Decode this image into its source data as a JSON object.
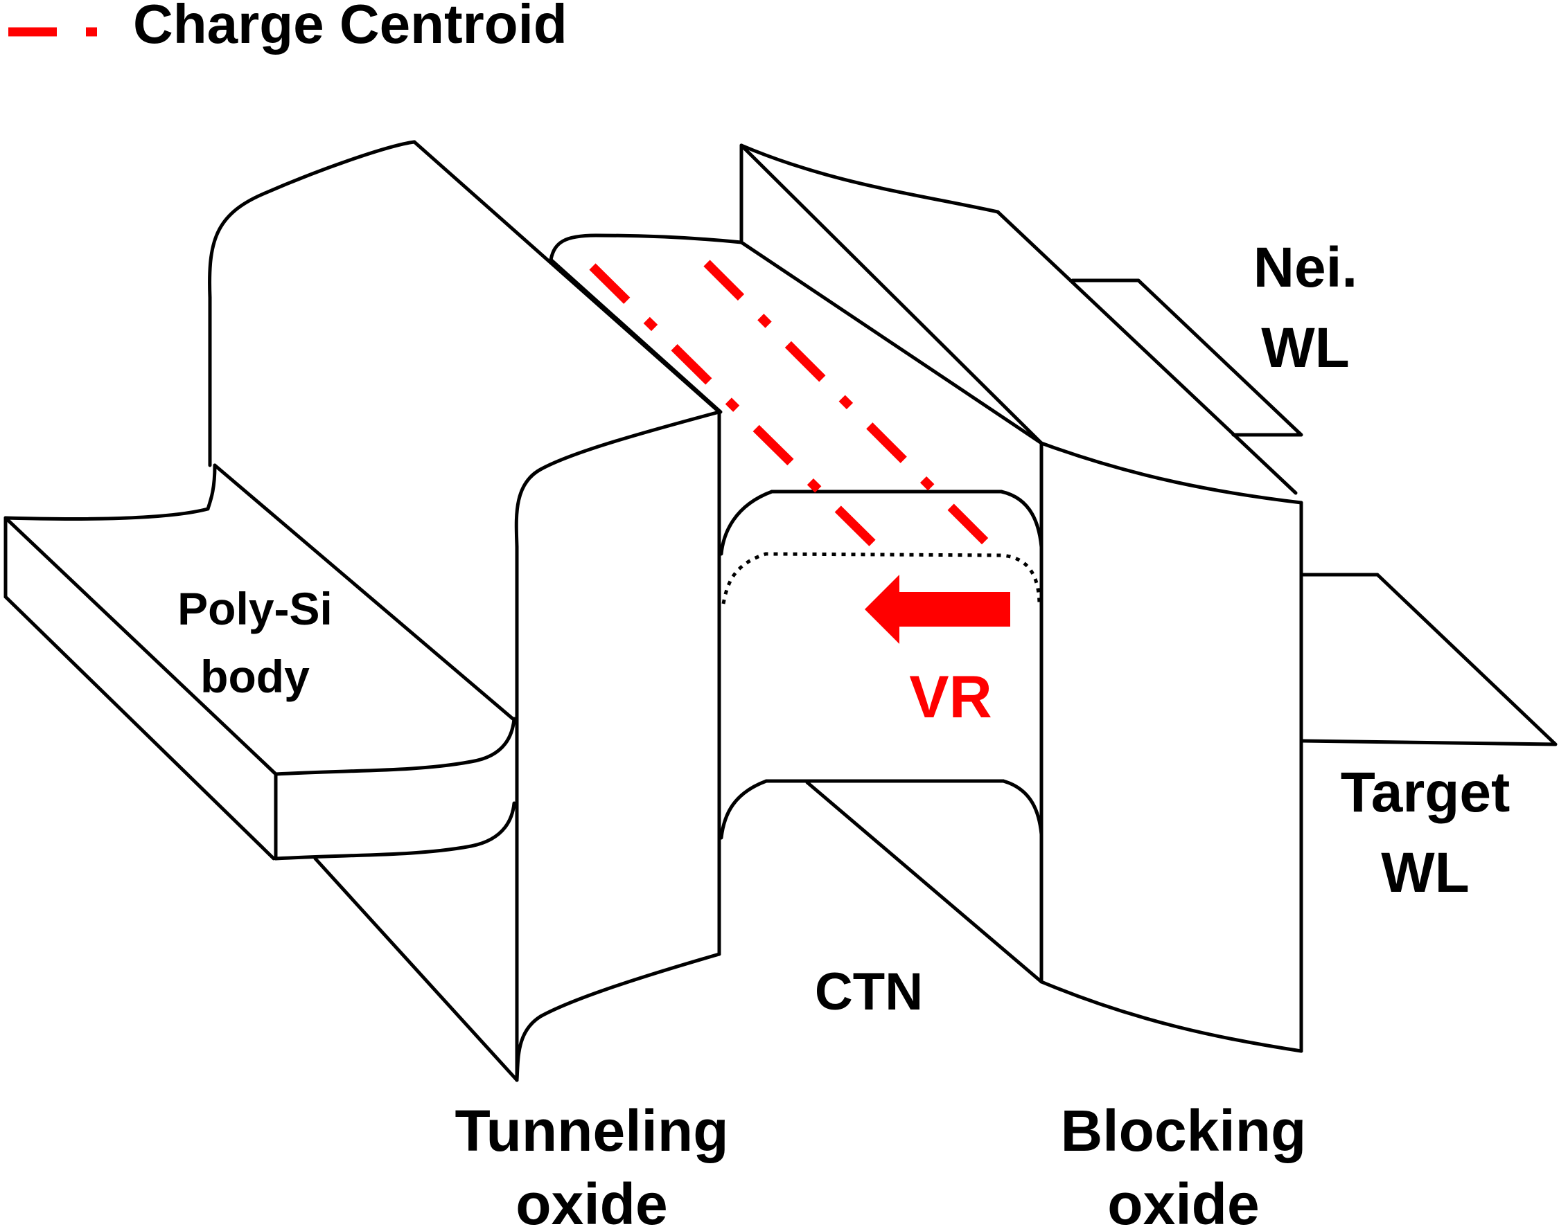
{
  "legend": {
    "label": "Charge Centroid",
    "line_style": "dash-dot",
    "color": "#ff0000"
  },
  "labels": {
    "poly_si_body": [
      "Poly-Si",
      "body"
    ],
    "ctn": "CTN",
    "vr": "VR",
    "nei_wl": [
      "Nei.",
      "WL"
    ],
    "target_wl": [
      "Target",
      "WL"
    ],
    "tunneling_oxide": [
      "Tunneling",
      "oxide"
    ],
    "blocking_oxide": [
      "Blocking",
      "oxide"
    ]
  },
  "colors": {
    "outline": "#000000",
    "accent": "#ff0000",
    "background": "#ffffff"
  },
  "annotations": {
    "arrow_direction": "left"
  }
}
